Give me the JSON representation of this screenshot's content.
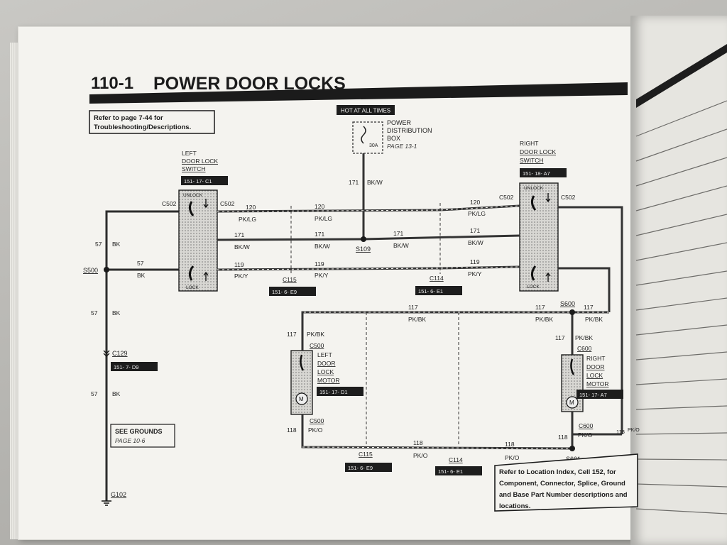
{
  "title": {
    "number": "110-1",
    "text": "POWER DOOR LOCKS"
  },
  "notes": {
    "refer_line1": "Refer to page 7-44 for",
    "refer_line2": "Troubleshooting/Descriptions.",
    "hot": "HOT AT ALL TIMES",
    "grounds_line1": "SEE GROUNDS",
    "grounds_line2": "PAGE 10-6",
    "location_lines": [
      "Refer to Location Index, Cell 152, for",
      "Component, Connector, Splice, Ground",
      "and Base Part Number descriptions and",
      "locations."
    ]
  },
  "components": {
    "pdb": {
      "line1": "POWER",
      "line2": "DISTRIBUTION",
      "line3": "BOX",
      "page": "PAGE 13-1",
      "fuse": "30A"
    },
    "left_switch": {
      "line1": "LEFT",
      "line2": "DOOR LOCK",
      "line3": "SWITCH",
      "ref": "151- 17- C1",
      "unlock": "UNLOCK",
      "lock": "LOCK"
    },
    "right_switch": {
      "line1": "RIGHT",
      "line2": "DOOR LOCK",
      "line3": "SWITCH",
      "ref": "151- 18- A7",
      "unlock": "UNLOCK",
      "lock": "LOCK"
    },
    "left_motor": {
      "line1": "LEFT",
      "line2": "DOOR",
      "line3": "LOCK",
      "line4": "MOTOR",
      "ref": "151- 17- D1"
    },
    "right_motor": {
      "line1": "RIGHT",
      "line2": "DOOR",
      "line3": "LOCK",
      "line4": "MOTOR",
      "ref": "151- 17- A7"
    }
  },
  "connectors": {
    "c502_l1": "C502",
    "c502_l2": "C502",
    "c502_r1": "C502",
    "c502_r2": "C502",
    "c115_top": "C115",
    "c115_bot": "C115",
    "c114_top": "C114",
    "c114_bot": "C114",
    "c129": "C129",
    "c500_top": "C500",
    "c500_bot": "C500",
    "c600_top": "C600",
    "c600_bot": "C600",
    "s500": "S500",
    "s109": "S109",
    "s600": "S600",
    "s601": "S601",
    "g102": "G102"
  },
  "refs": {
    "c115_top": "151- 6- E9",
    "c114_top": "151- 6- E1",
    "c129": "151- 7- D9",
    "c115_bot": "151- 6- E9",
    "c114_bot": "151- 6- E1"
  },
  "wires": {
    "w57": "57",
    "bk": "BK",
    "w120": "120",
    "pklg": "PK/LG",
    "w171": "171",
    "bkw": "BK/W",
    "w119": "119",
    "pky": "PK/Y",
    "w117": "117",
    "pkbk": "PK/BK",
    "w118": "118",
    "pko": "PK/O"
  }
}
